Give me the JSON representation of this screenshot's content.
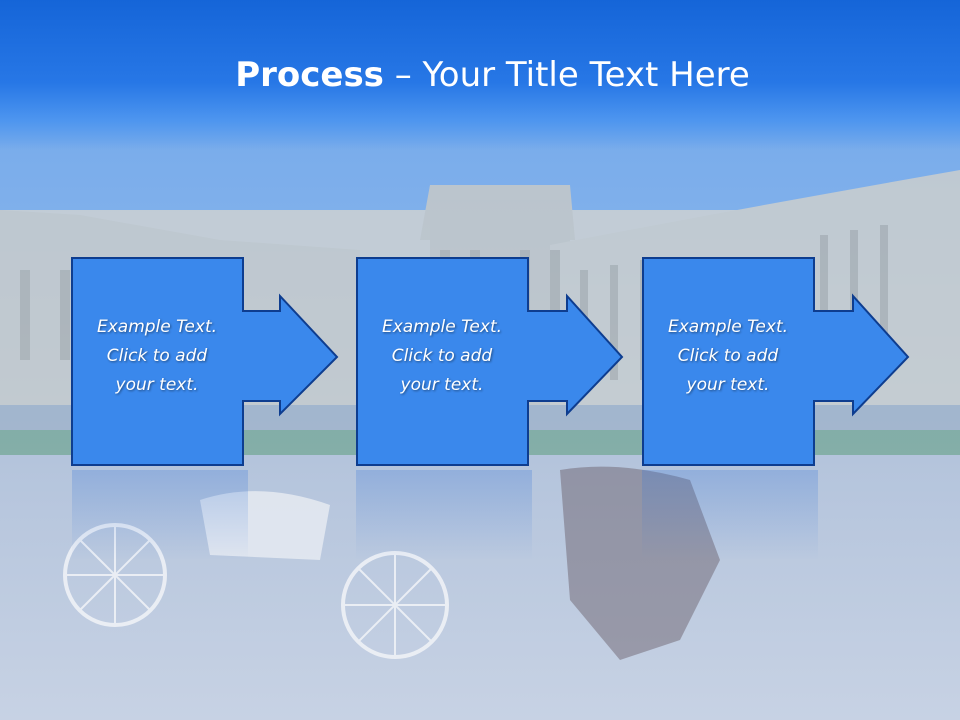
{
  "title": {
    "bold": "Process",
    "rest": " – Your Title Text Here"
  },
  "steps": [
    {
      "text": "Example Text.\nClick  to add\nyour text."
    },
    {
      "text": "Example Text.\nClick  to add\nyour text."
    },
    {
      "text": "Example Text.\nClick  to add\nyour text."
    }
  ],
  "colors": {
    "title_band": "#1a6ae0",
    "step_fill": "#3388ee",
    "step_border": "#0e3d8f",
    "sky": "#7fb0ec"
  }
}
